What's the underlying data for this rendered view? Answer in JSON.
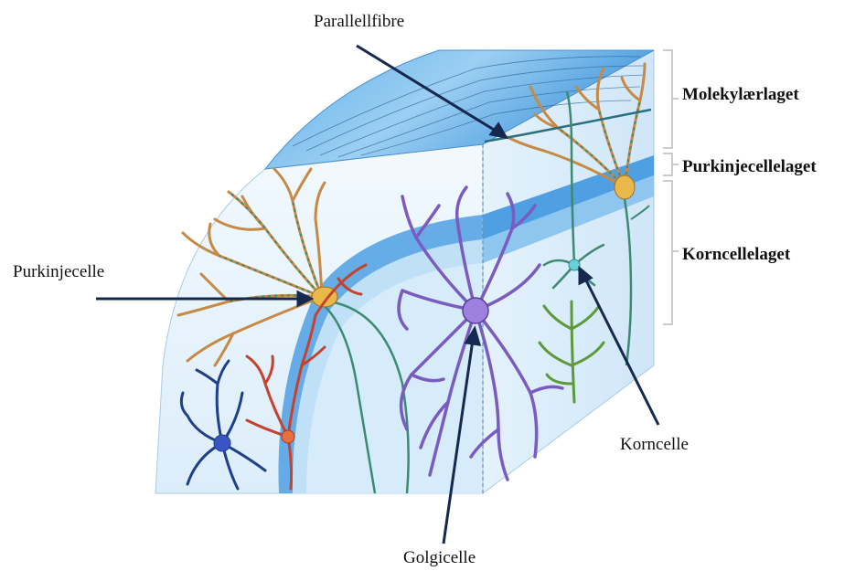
{
  "labels": {
    "parallellfibre": "Parallellfibre",
    "purkinjecelle": "Purkinjecelle",
    "golgicelle": "Golgicelle",
    "korncelle": "Korncelle"
  },
  "layers": {
    "molekylaer": "Molekylærlaget",
    "purkinje": "Purkinjecellelaget",
    "korncelle": "Korncellelaget"
  },
  "colors": {
    "tissue_light": "#e6f3fc",
    "tissue_mid": "#bfe0f7",
    "tissue_band": "#5fb0ea",
    "tissue_deep": "#2f86d4",
    "purkinje_dendrite": "#c58a45",
    "purkinje_spine": "#3d8a72",
    "golgi": "#7a5bc0",
    "basket_blue": "#1e3f8c",
    "stellate_red": "#c4432e",
    "granule_green": "#5c9a3a",
    "arrow": "#142850"
  }
}
